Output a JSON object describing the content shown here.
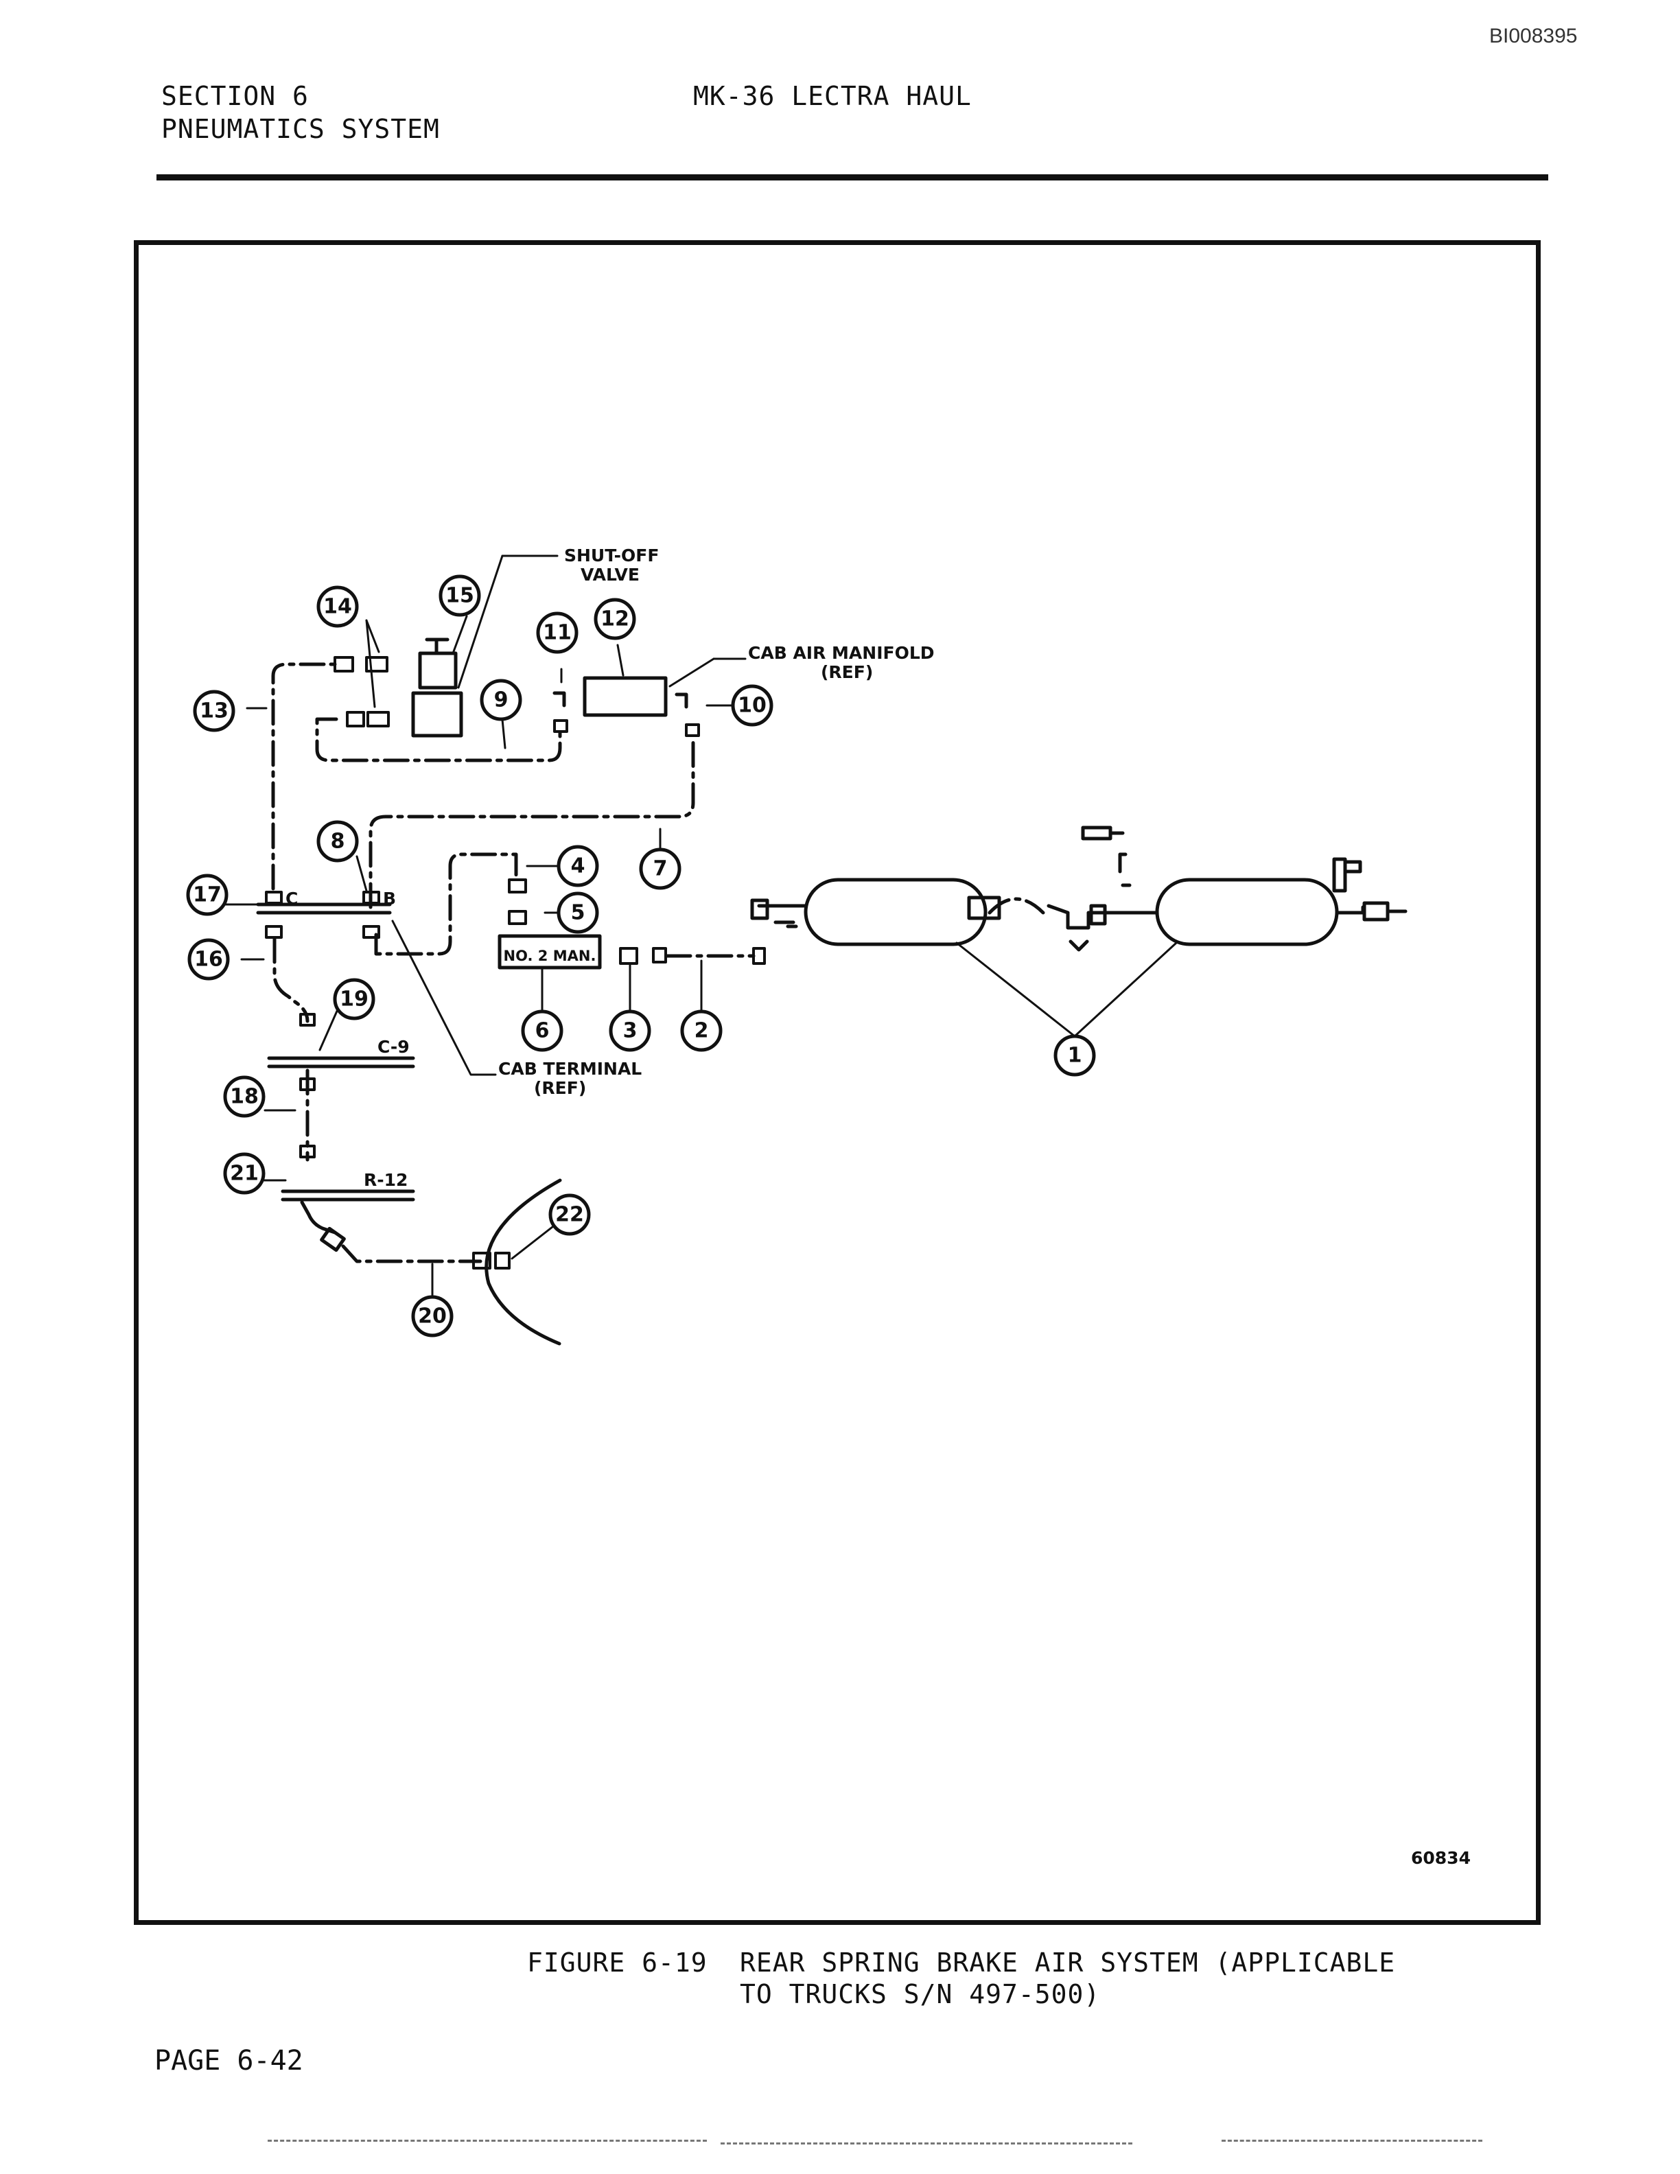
{
  "document_id": "BI008395",
  "header": {
    "section": "SECTION 6",
    "subsection": "PNEUMATICS SYSTEM",
    "title": "MK-36 LECTRA HAUL"
  },
  "diagram": {
    "callouts": [
      "1",
      "2",
      "3",
      "4",
      "5",
      "6",
      "7",
      "8",
      "9",
      "10",
      "11",
      "12",
      "13",
      "14",
      "15",
      "16",
      "17",
      "18",
      "19",
      "20",
      "21",
      "22"
    ],
    "labels": {
      "shutoff_valve_line1": "SHUT-OFF",
      "shutoff_valve_line2": "VALVE",
      "cab_air_manifold_line1": "CAB AIR MANIFOLD",
      "cab_air_manifold_line2": "(REF)",
      "cab_terminal_line1": "CAB TERMINAL",
      "cab_terminal_line2": "(REF)",
      "no2_manifold": "NO. 2 MAN.",
      "terminal_c": "C",
      "terminal_b": "B",
      "terminal_c9": "C-9",
      "terminal_r12": "R-12"
    },
    "drawing_number": "60834"
  },
  "caption": {
    "figure_number": "FIGURE 6-19",
    "line1": "REAR SPRING BRAKE AIR SYSTEM (APPLICABLE",
    "line2": "TO TRUCKS S/N 497-500)"
  },
  "footer": {
    "page": "PAGE 6-42"
  },
  "colors": {
    "ink": "#111111",
    "paper": "#ffffff"
  }
}
